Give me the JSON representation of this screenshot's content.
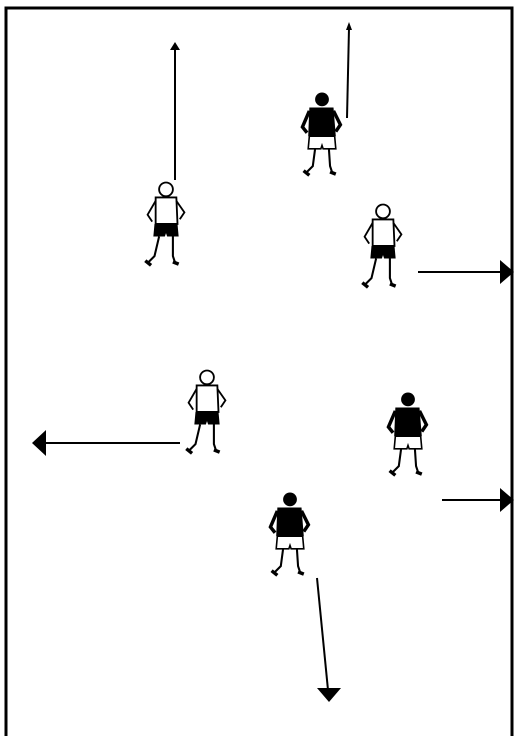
{
  "diagram": {
    "colors": {
      "background": "#ffffff",
      "ink": "#000000",
      "light_player": "#ffffff",
      "dark_player": "#000000"
    },
    "players": [
      {
        "id": "p1",
        "kit": "light",
        "direction": "up"
      },
      {
        "id": "p2",
        "kit": "dark",
        "direction": "up"
      },
      {
        "id": "p3",
        "kit": "light",
        "direction": "right"
      },
      {
        "id": "p4",
        "kit": "light",
        "direction": "left"
      },
      {
        "id": "p5",
        "kit": "dark",
        "direction": "right"
      },
      {
        "id": "p6",
        "kit": "dark",
        "direction": "down"
      }
    ]
  }
}
